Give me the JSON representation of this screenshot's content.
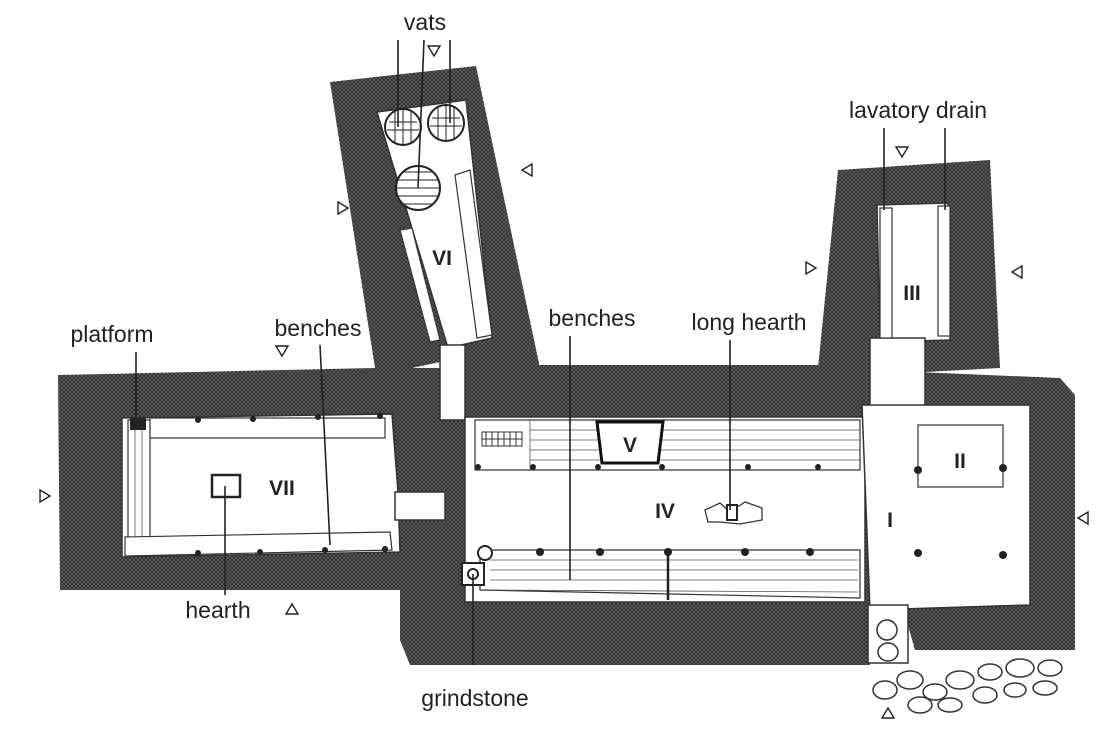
{
  "title": "Floor plan of a farmstead with rooms I–VII",
  "labels": {
    "vats": "vats",
    "lavatory_drain": "lavatory drain",
    "platform": "platform",
    "benches_left": "benches",
    "benches_center": "benches",
    "long_hearth": "long hearth",
    "hearth": "hearth",
    "grindstone": "grindstone"
  },
  "rooms": {
    "I": "I",
    "II": "II",
    "III": "III",
    "IV": "IV",
    "V": "V",
    "VI": "VI",
    "VII": "VII"
  },
  "colors": {
    "wall": "#4a4a4a",
    "ink": "#222222",
    "background": "#ffffff"
  }
}
